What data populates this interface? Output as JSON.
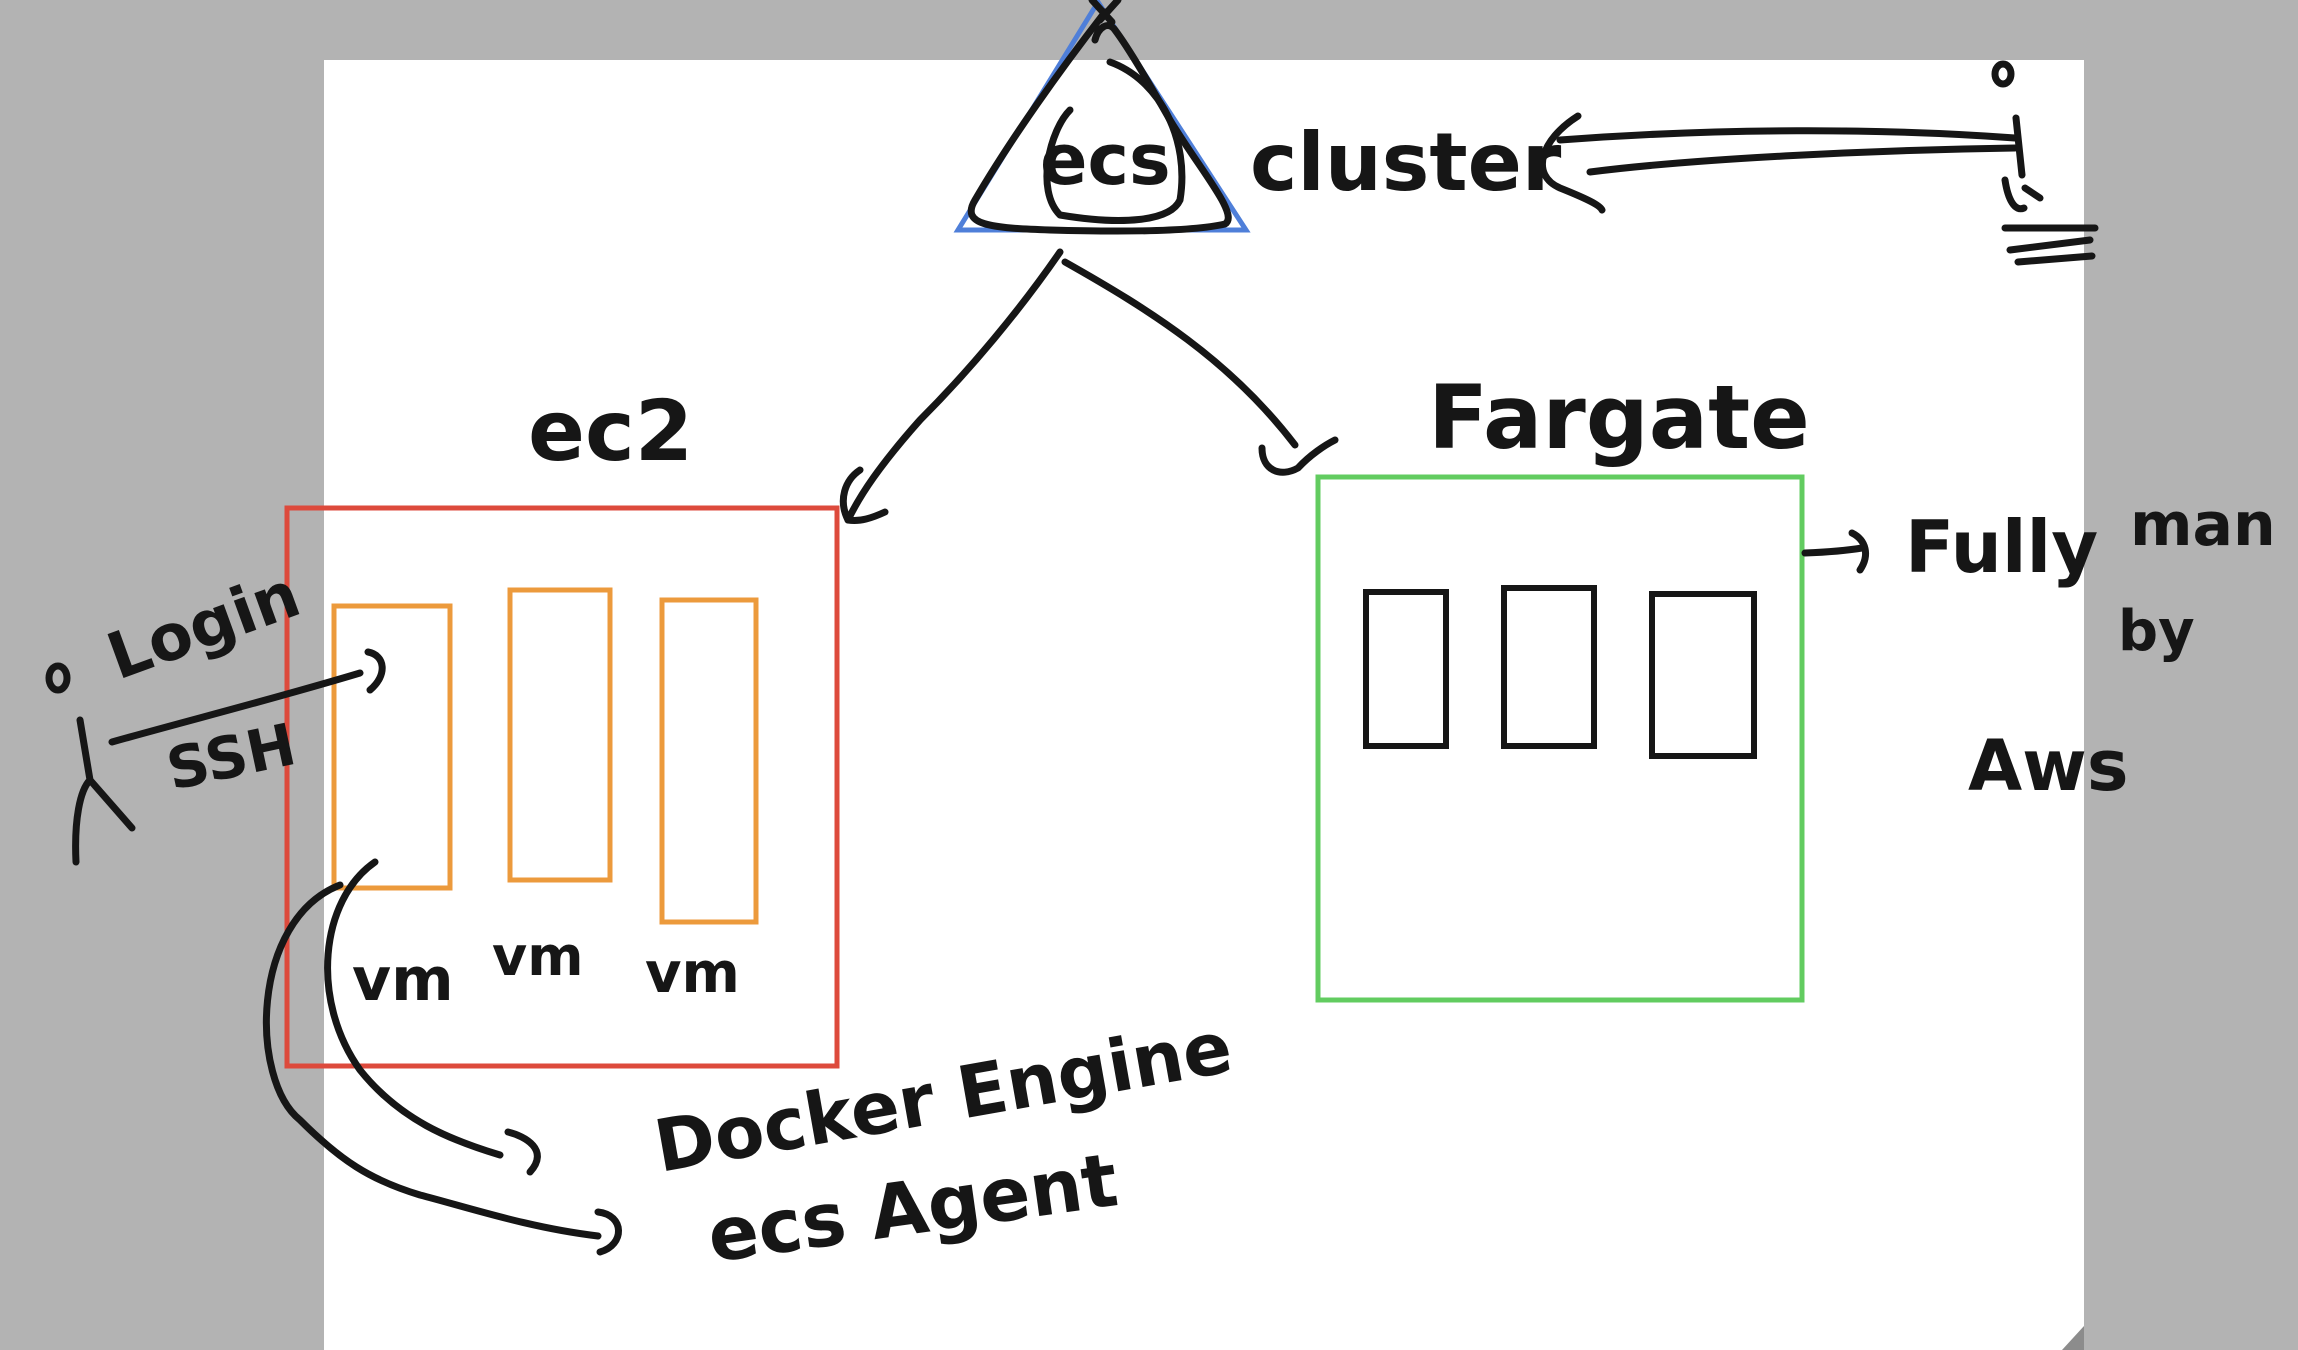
{
  "colors": {
    "surround": "#b3b3b3",
    "canvas": "#ffffff",
    "ink": "#161616",
    "triangle": "#4f7fd9",
    "ec2_box": "#dd4a3c",
    "vm_box": "#ec9a3c",
    "fargate_box": "#62cc60",
    "task_box": "#161616"
  },
  "labels": {
    "ecs": "ecs",
    "cluster": "cluster",
    "ec2": "ec2",
    "fargate": "Fargate",
    "vm1": "vm",
    "vm2": "vm",
    "vm3": "vm",
    "login": "Login",
    "ssh": "SSH",
    "docker_engine": "Docker Engine",
    "ecs_agent": "ecs Agent",
    "fully": "Fully",
    "managed": "man",
    "by": "by",
    "aws": "Aws"
  }
}
